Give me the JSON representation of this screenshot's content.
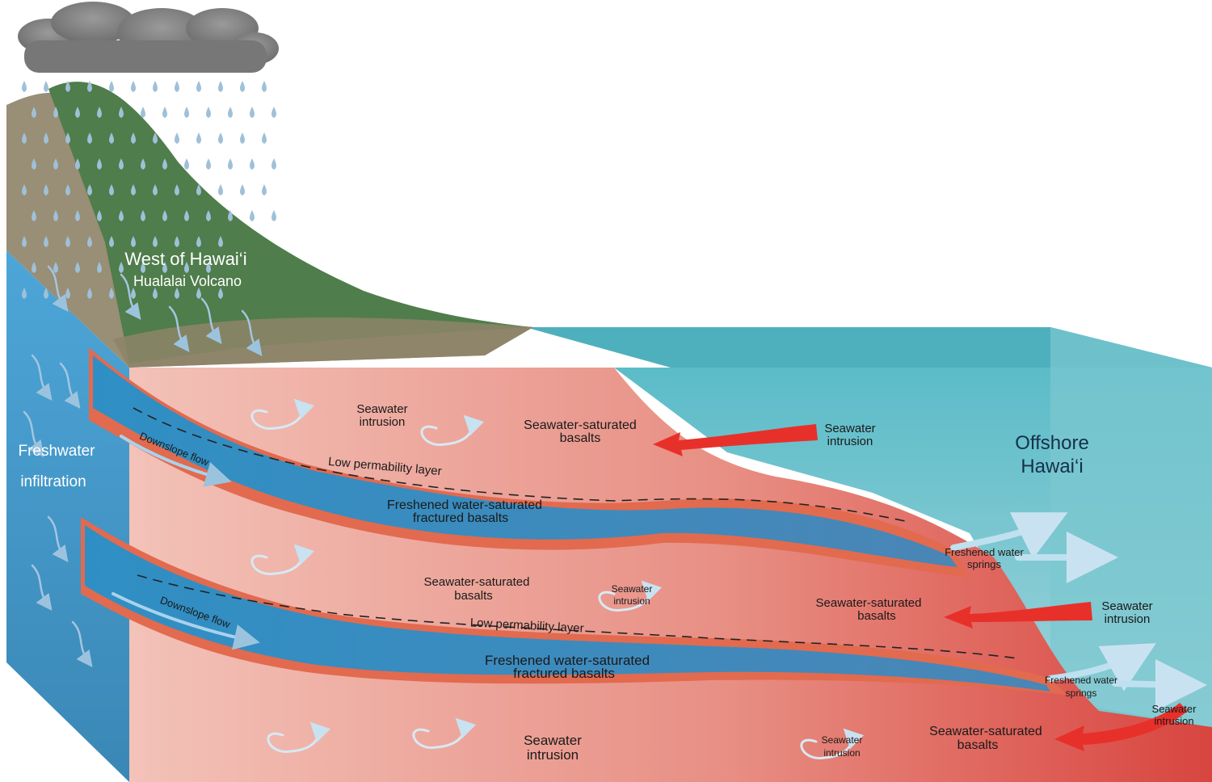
{
  "volcano": {
    "title": "West of Hawai‘i",
    "subtitle": "Hualalai Volcano"
  },
  "offshore": {
    "line1": "Offshore",
    "line2": "Hawai‘i"
  },
  "infiltration": {
    "line1": "Freshwater",
    "line2": "infiltration"
  },
  "upper": {
    "seawater_intrusion_left": [
      "Seawater",
      "intrusion"
    ],
    "saturated_top": [
      "Seawater-saturated",
      "basalts"
    ],
    "seawater_intrusion_right": [
      "Seawater",
      "intrusion"
    ],
    "downslope": "Downslope flow",
    "low_perm": "Low  permability  layer",
    "freshened": [
      "Freshened water-saturated",
      "fractured basalts"
    ],
    "springs": [
      "Freshened water",
      "springs"
    ]
  },
  "middle": {
    "saturated_left": [
      "Seawater-saturated",
      "basalts"
    ],
    "intrusion_small": [
      "Seawater",
      "intrusion"
    ],
    "saturated_right": [
      "Seawater-saturated",
      "basalts"
    ],
    "intrusion_right": [
      "Seawater",
      "intrusion"
    ]
  },
  "lower": {
    "downslope": "Downslope flow",
    "low_perm": "Low  permability  layer",
    "freshened": [
      "Freshened water-saturated",
      "fractured basalts"
    ],
    "springs": [
      "Freshened water",
      "springs"
    ],
    "intrusion_offshore": [
      "Seawater",
      "intrusion"
    ]
  },
  "bottom": {
    "intrusion_center": [
      "Seawater",
      "intrusion"
    ],
    "intrusion_small": [
      "Seawater",
      "intrusion"
    ],
    "saturated": [
      "Seawater-saturated",
      "basalts"
    ]
  },
  "colors": {
    "cloud": "#8a8a8a",
    "rain": "#8fb3cf",
    "volcano_green": "#4e7a4c",
    "volcano_tan": "#9a9078",
    "ocean": "#55b6c4",
    "freshwater": "#3f95c8",
    "basalt_light": "#f1b5aa",
    "basalt_red": "#d9504a",
    "intrusion_arrow": "#e8302a"
  }
}
